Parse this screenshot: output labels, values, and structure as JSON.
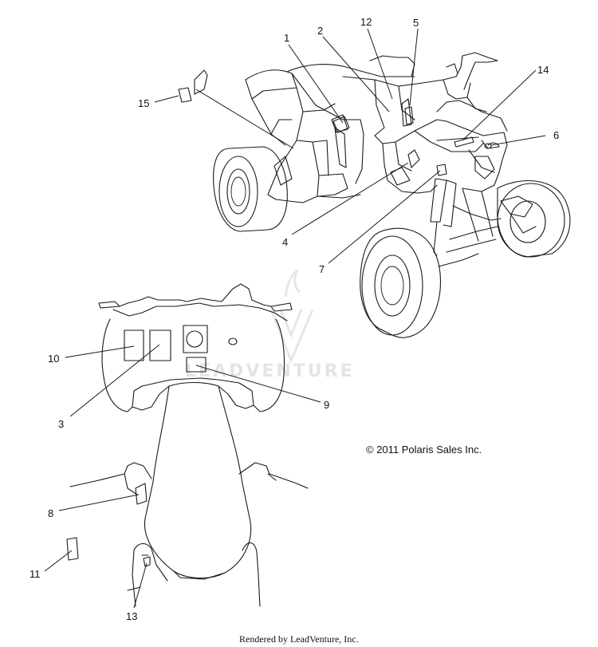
{
  "callouts": [
    {
      "id": "c1",
      "label": "1"
    },
    {
      "id": "c2",
      "label": "2"
    },
    {
      "id": "c3",
      "label": "3"
    },
    {
      "id": "c4",
      "label": "4"
    },
    {
      "id": "c5",
      "label": "5"
    },
    {
      "id": "c6",
      "label": "6"
    },
    {
      "id": "c7",
      "label": "7"
    },
    {
      "id": "c8",
      "label": "8"
    },
    {
      "id": "c9",
      "label": "9"
    },
    {
      "id": "c10",
      "label": "10"
    },
    {
      "id": "c11",
      "label": "11"
    },
    {
      "id": "c12",
      "label": "12"
    },
    {
      "id": "c13",
      "label": "13"
    },
    {
      "id": "c14",
      "label": "14"
    },
    {
      "id": "c15",
      "label": "15"
    }
  ],
  "copyright": "© 2011 Polaris Sales Inc.",
  "footer": "Rendered by LeadVenture, Inc.",
  "watermark": "LEADVENTURE"
}
